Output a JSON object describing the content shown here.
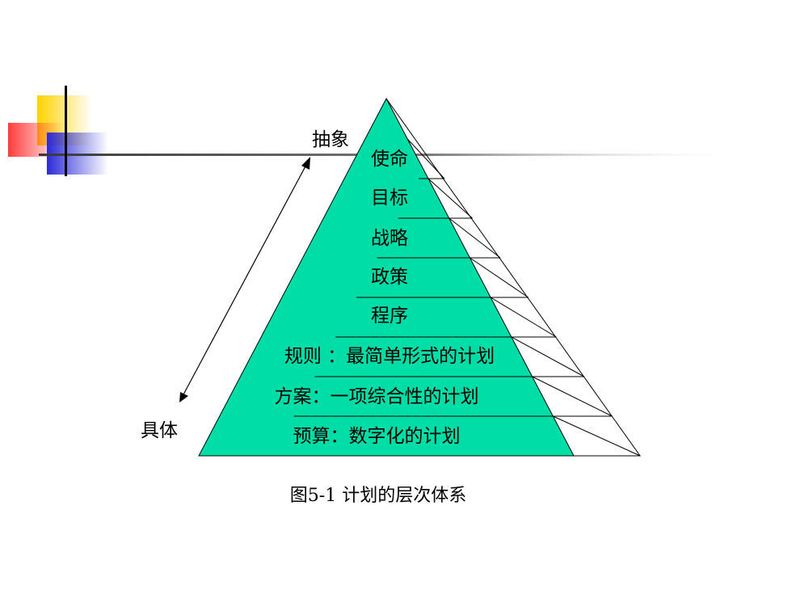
{
  "colors": {
    "pyramid_fill": "#00DDA6",
    "line": "#000000",
    "deco_yellow": "#FFD200",
    "deco_red": "#FF3B3B",
    "deco_blue": "#2B2BD8",
    "background": "#FFFFFF"
  },
  "labels": {
    "top": "抽象",
    "bottom": "具体",
    "caption": "图5-1 计划的层次体系"
  },
  "layers": [
    "使命",
    "目标",
    "战略",
    "政策",
    "程序",
    "规则 ：最简单形式的计划",
    "方案：一项综合性的计划",
    "预算：数字化的计划"
  ]
}
